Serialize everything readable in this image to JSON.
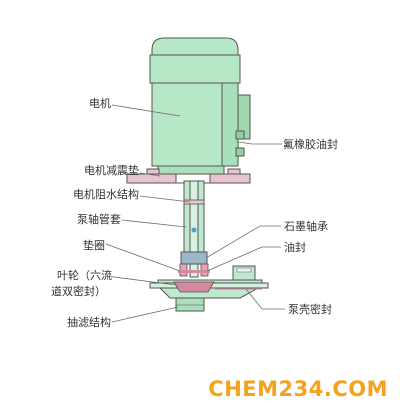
{
  "labels": {
    "motor": "电机",
    "fluororubber_seal": "氟橡胶油封",
    "motor_damping_pad": "电机减震垫",
    "motor_water_block": "电机阻水结构",
    "shaft_sleeve": "泵轴管套",
    "graphite_bearing": "石墨轴承",
    "oil_seal": "油封",
    "gasket": "垫圈",
    "impeller_line1": "叶轮（六流",
    "impeller_line2": "道双密封）",
    "housing_seal": "泵壳密封",
    "suction_structure": "抽滤结构"
  },
  "watermark": "CHEM234.COM",
  "colors": {
    "motor_green": "#b6e7c6",
    "motor_green_dark": "#8fcfa4",
    "pad_pink": "#e7c4d0",
    "pump_body": "#bfe8cf",
    "outline": "#555555",
    "watermark": "#f5a21e"
  }
}
